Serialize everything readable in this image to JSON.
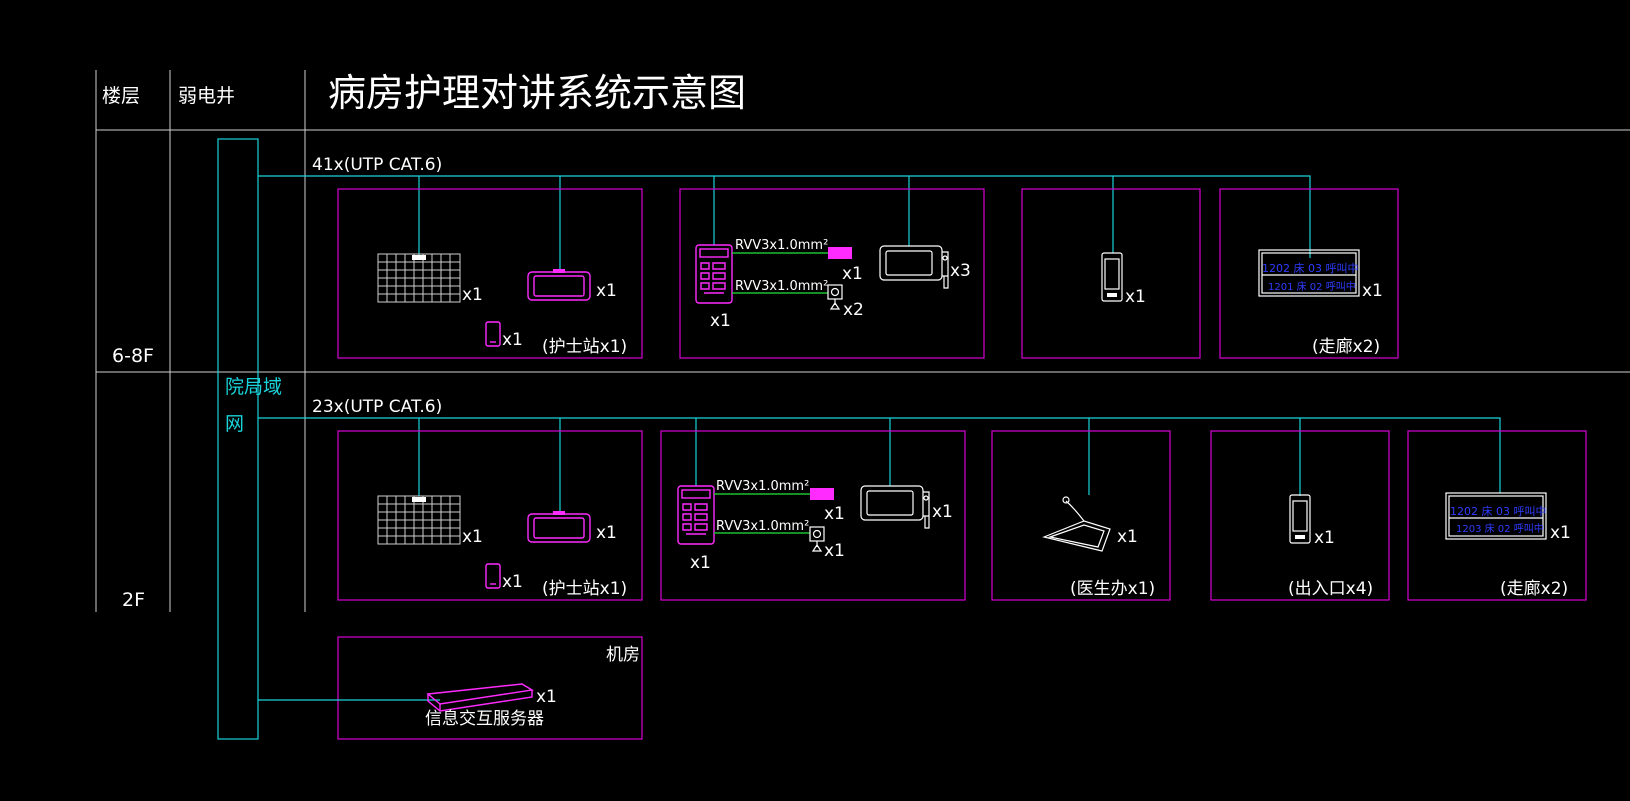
{
  "title": "病房护理对讲系统示意图",
  "headers": {
    "floor": "楼层",
    "shaft": "弱电井"
  },
  "backbone_label_line1": "院局域",
  "backbone_label_line2": "网",
  "colors": {
    "frame": "#d400d4",
    "cable": "#19d3da",
    "green_wire": "#1fbf2f",
    "device": "#ffffff",
    "magenta_device": "#ff2bff",
    "display_text": "#2f3cff"
  },
  "floors": [
    {
      "floor_label": "6-8F",
      "cable_label": "41x(UTP CAT.6)",
      "nurse_station": {
        "host_qty": "x1",
        "terminal_qty": "x1",
        "phone_qty": "x1",
        "label": "(护士站x1)"
      },
      "ward": {
        "bed_unit_qty": "x1",
        "wire1": "RVV3x1.0mm²",
        "wire1_qty": "x1",
        "wire2": "RVV3x1.0mm²",
        "wire2_qty": "x2",
        "extension_qty": "x3"
      },
      "door_unit_qty": "x1",
      "corridor": {
        "display_line1": "1202  床 03  呼叫中",
        "display_line2": "1201  床 02  呼叫中",
        "qty": "x1",
        "label": "(走廊x2)"
      }
    },
    {
      "floor_label": "2F",
      "cable_label": "23x(UTP CAT.6)",
      "nurse_station": {
        "host_qty": "x1",
        "terminal_qty": "x1",
        "phone_qty": "x1",
        "label": "(护士站x1)"
      },
      "ward": {
        "bed_unit_qty": "x1",
        "wire1": "RVV3x1.0mm²",
        "wire1_qty": "x1",
        "wire2": "RVV3x1.0mm²",
        "wire2_qty": "x1",
        "extension_qty": "x1"
      },
      "doctor": {
        "qty": "x1",
        "label": "(医生办x1)"
      },
      "entrance": {
        "qty": "x1",
        "label": "(出入口x4)"
      },
      "corridor": {
        "display_line1": "1202  床 03  呼叫中",
        "display_line2": "1203  床 02  呼叫中",
        "qty": "x1",
        "label": "(走廊x2)"
      }
    }
  ],
  "machine_room": {
    "label": "机房",
    "server_label": "信息交互服务器",
    "server_qty": "x1"
  }
}
